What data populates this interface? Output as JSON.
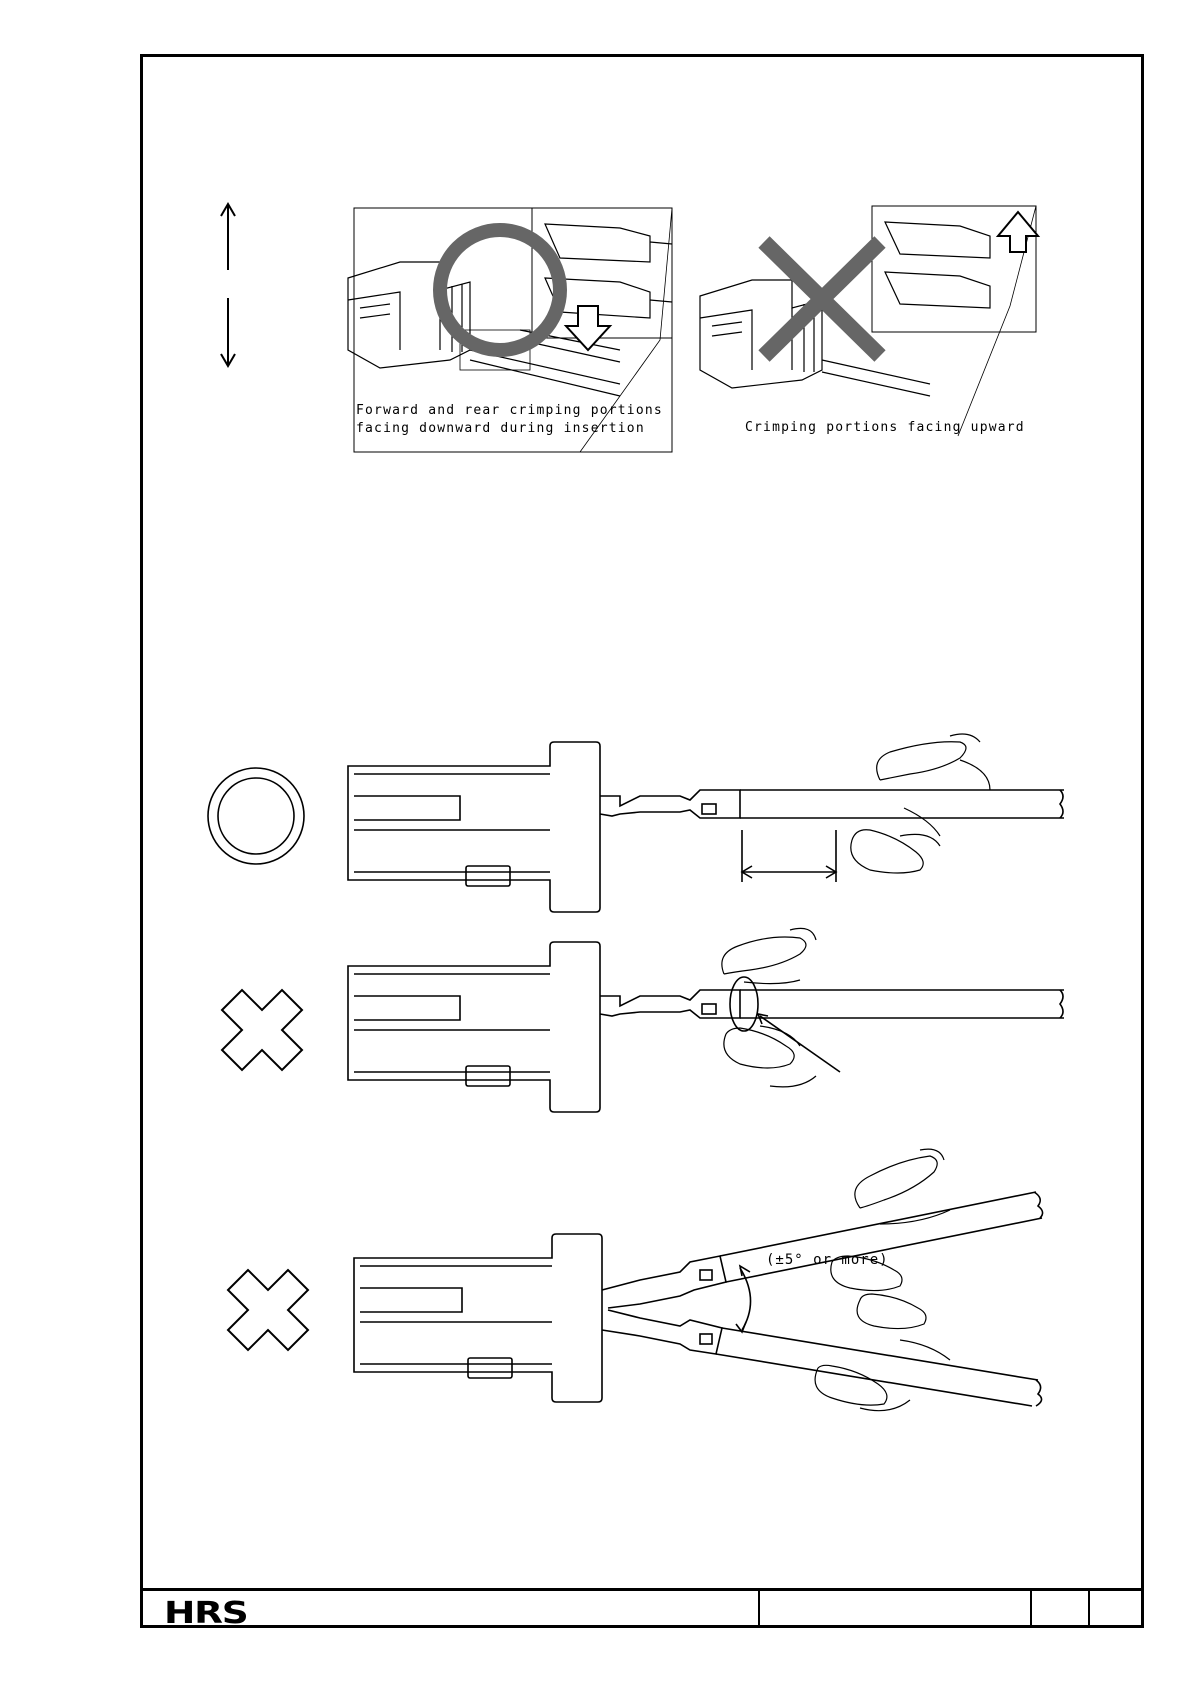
{
  "document": {
    "fig1": {
      "caption_ok_line1": "Forward and rear crimping portions",
      "caption_ok_line2": "facing downward during insertion",
      "caption_ng": "Crimping portions facing upward"
    },
    "fig3": {
      "angle_label": "(±5°  or more)"
    },
    "title_block": {
      "logo": "HRS"
    },
    "symbols": {
      "ok": "circle-ok-icon",
      "ng": "cross-ng-icon"
    }
  }
}
